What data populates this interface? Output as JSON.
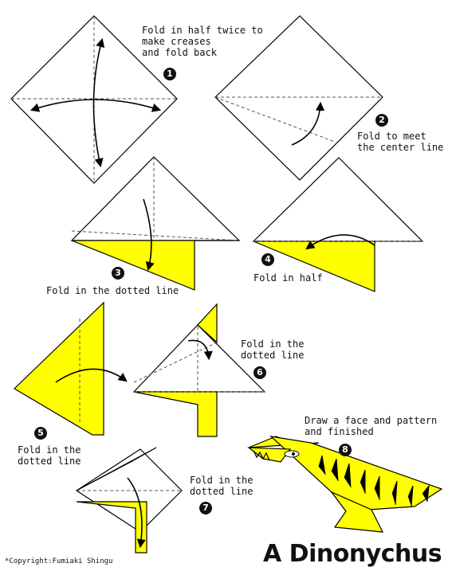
{
  "title": "A Dinonychus",
  "copyright": "*Copyright:Fumiaki Shingu",
  "colors": {
    "paper_color": "#ffff00",
    "line": "#000000",
    "crease": "#555555",
    "background": "#ffffff"
  },
  "steps": [
    {
      "number": "1",
      "text": "Fold in half twice to\nmake creases\nand fold back"
    },
    {
      "number": "2",
      "text": "Fold to meet\nthe center line"
    },
    {
      "number": "3",
      "text": "Fold in the dotted line"
    },
    {
      "number": "4",
      "text": "Fold in half"
    },
    {
      "number": "5",
      "text": "Fold in the\ndotted line"
    },
    {
      "number": "6",
      "text": "Fold in the\ndotted line"
    },
    {
      "number": "7",
      "text": "Fold in the\ndotted line"
    },
    {
      "number": "8",
      "text": "Draw a face and pattern\nand finished"
    }
  ]
}
